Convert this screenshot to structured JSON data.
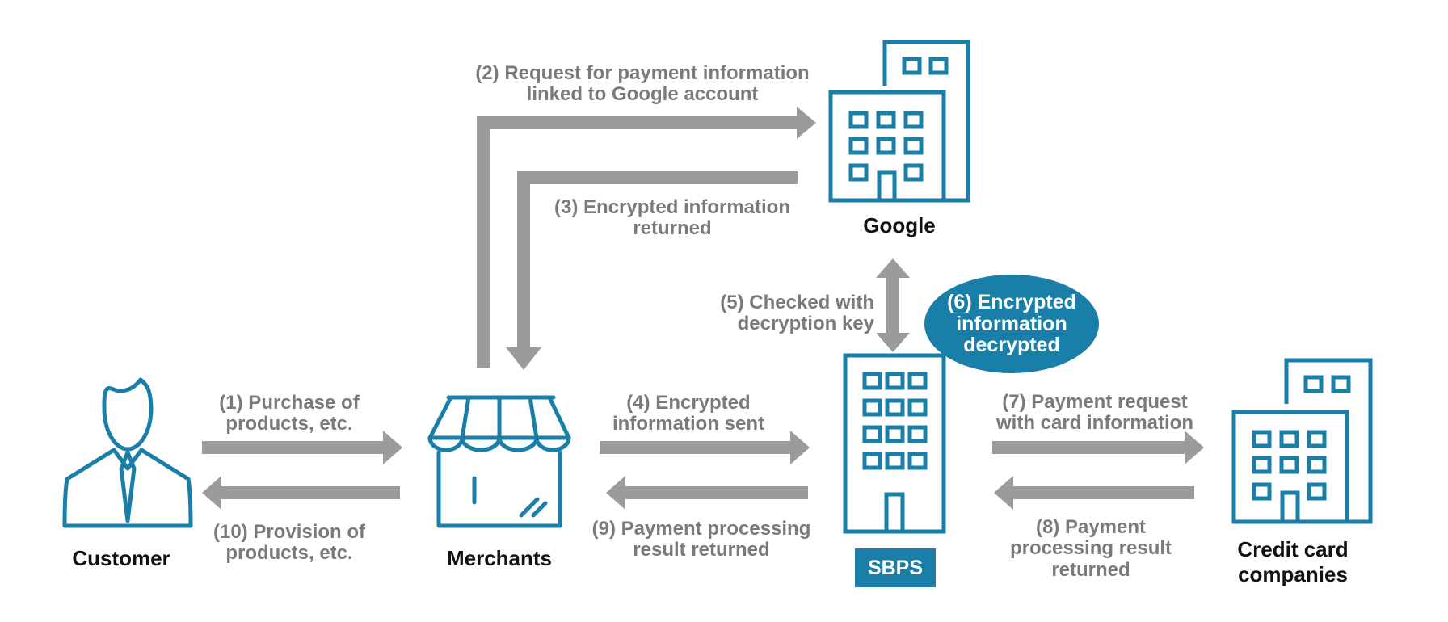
{
  "colors": {
    "accent": "#1a7fa8",
    "arrow": "#9b9b9b",
    "step_text": "#7a7a7a",
    "label_text": "#111111"
  },
  "entities": {
    "customer": {
      "label": "Customer",
      "icon": "customer-icon"
    },
    "merchants": {
      "label": "Merchants",
      "icon": "storefront-icon"
    },
    "google": {
      "label": "Google",
      "icon": "building-icon"
    },
    "sbps": {
      "label": "SBPS",
      "icon": "building-icon"
    },
    "credit_card": {
      "label_line1": "Credit card",
      "label_line2": "companies",
      "icon": "building-icon"
    }
  },
  "steps": {
    "s1": {
      "line1": "(1) Purchase of",
      "line2": "products, etc."
    },
    "s2": {
      "line1": "(2) Request for payment information",
      "line2": "linked to Google account"
    },
    "s3": {
      "line1": "(3) Encrypted information",
      "line2": "returned"
    },
    "s4": {
      "line1": "(4) Encrypted",
      "line2": "information sent"
    },
    "s5": {
      "line1": "(5) Checked with",
      "line2": "decryption key"
    },
    "s6": {
      "line1": "(6) Encrypted",
      "line2": "information",
      "line3": "decrypted"
    },
    "s7": {
      "line1": "(7) Payment request",
      "line2": "with card information"
    },
    "s8": {
      "line1": "(8) Payment",
      "line2": "processing result",
      "line3": "returned"
    },
    "s9": {
      "line1": "(9) Payment processing",
      "line2": "result returned"
    },
    "s10": {
      "line1": "(10) Provision of",
      "line2": "products, etc."
    }
  }
}
